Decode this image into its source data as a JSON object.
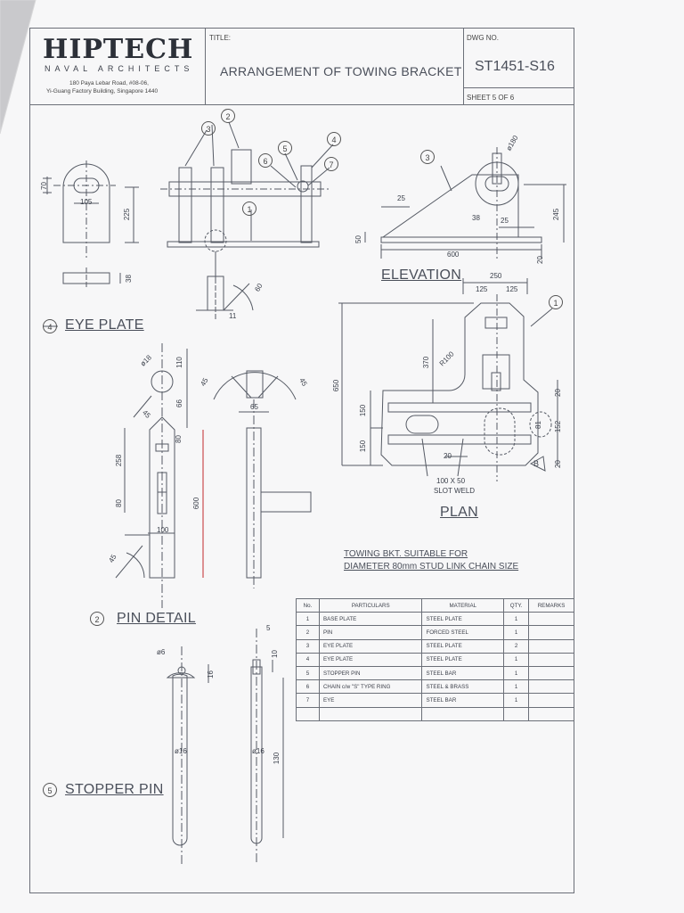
{
  "title_block": {
    "company": "HIPTECH",
    "company_sub": "NAVAL ARCHITECTS",
    "address_line1": "180 Paya Lebar Road, #08-06,",
    "address_line2": "Yi-Guang Factory Building, Singapore 1440",
    "title_label": "TITLE:",
    "title": "ARRANGEMENT OF TOWING BRACKET",
    "dwg_label": "DWG NO.",
    "dwg_no": "ST1451-S16",
    "sheet": "SHEET 5 OF 6"
  },
  "views": {
    "eye_plate": {
      "num": "4",
      "title": "EYE PLATE"
    },
    "elevation": "ELEVATION",
    "plan": "PLAN",
    "pin_detail": {
      "num": "2",
      "title": "PIN DETAIL"
    },
    "stopper_pin": {
      "num": "5",
      "title": "STOPPER PIN"
    }
  },
  "notes": {
    "towing_line1": "TOWING BKT. SUITABLE FOR",
    "towing_line2": "DIAMETER 80mm STUD LINK CHAIN SIZE",
    "slot_weld_1": "100 X 50",
    "slot_weld_2": "SLOT WELD"
  },
  "dimensions": {
    "eye_70": "70",
    "eye_105": "105",
    "eye_225": "225",
    "eye_38": "38",
    "weld_60": "60",
    "weld_11": "11",
    "elev_phi180": "ø180",
    "elev_25a": "25",
    "elev_38": "38",
    "elev_25b": "25",
    "elev_245": "245",
    "elev_50": "50",
    "elev_600": "600",
    "elev_20": "20",
    "plan_250": "250",
    "plan_125a": "125",
    "plan_125b": "125",
    "plan_r100": "R100",
    "plan_370": "370",
    "plan_650": "650",
    "plan_150a": "150",
    "plan_150b": "150",
    "plan_20a": "20",
    "plan_20b": "20",
    "plan_20c": "20",
    "plan_81": "81",
    "plan_152": "152",
    "pin_phi18": "ø18",
    "pin_110": "110",
    "pin_66": "66",
    "pin_45a": "45",
    "pin_80a": "80",
    "pin_258": "258",
    "pin_80b": "80",
    "pin_600": "600",
    "pin_100": "100",
    "pin_45b": "45",
    "pin_45c": "45",
    "pin_45d": "45",
    "pin_65": "65",
    "stop_phi6": "ø6",
    "stop_16": "16",
    "stop_phi16a": "ø16",
    "stop_5": "5",
    "stop_10": "10",
    "stop_phi16b": "ø16",
    "stop_130": "130"
  },
  "bubbles": [
    "1",
    "2",
    "3",
    "4",
    "5",
    "6",
    "7",
    "3",
    "1",
    "B"
  ],
  "parts_table": {
    "headers": [
      "No.",
      "PARTICULARS",
      "MATERIAL",
      "QTY.",
      "REMARKS"
    ],
    "rows": [
      [
        "1",
        "BASE PLATE",
        "STEEL PLATE",
        "1",
        ""
      ],
      [
        "2",
        "PIN",
        "FORCED STEEL",
        "1",
        ""
      ],
      [
        "3",
        "EYE PLATE",
        "STEEL PLATE",
        "2",
        ""
      ],
      [
        "4",
        "EYE PLATE",
        "STEEL PLATE",
        "1",
        ""
      ],
      [
        "5",
        "STOPPER PIN",
        "STEEL BAR",
        "1",
        ""
      ],
      [
        "6",
        "CHAIN c/w \"S\" TYPE RING",
        "STEEL & BRASS",
        "1",
        ""
      ],
      [
        "7",
        "EYE",
        "STEEL BAR",
        "1",
        ""
      ],
      [
        "",
        "",
        "",
        "",
        ""
      ]
    ]
  },
  "colors": {
    "line": "#555a64",
    "accent_red": "#c2282d"
  }
}
